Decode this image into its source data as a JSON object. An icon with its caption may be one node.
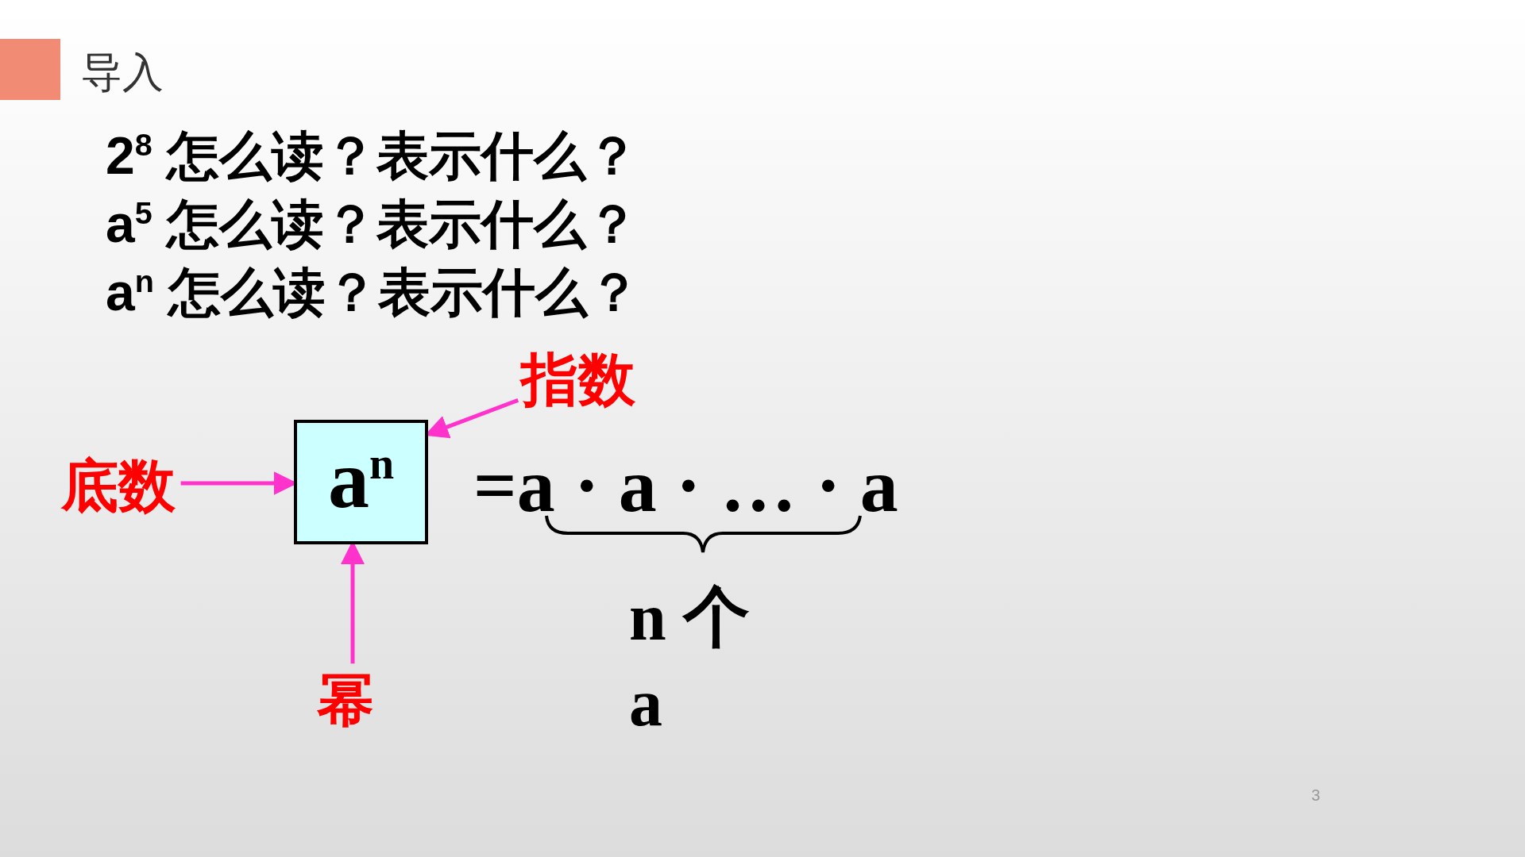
{
  "diagram": {
    "title": "导入",
    "nodes": [
      {
        "text": [
          "a$^{n}$"
        ]
      },
      {
        "text": [
          "指数"
        ]
      },
      {
        "text": [
          "底数"
        ]
      },
      {
        "text": [
          "幂"
        ]
      }
    ],
    "edges": [
      {
        "from": 1,
        "to": 0,
        "arrow": "to"
      },
      {
        "from": 2,
        "to": 0,
        "arrow": "to"
      },
      {
        "from": 3,
        "to": 0,
        "arrow": "to"
      }
    ],
    "labels": [
      "2$^{8}$ 怎么读？表示什么？",
      "a$^{5}$ 怎么读？表示什么？",
      "a$^{n}$ 怎么读？表示什么？",
      "=a · a · … · a",
      "n 个",
      "a",
      "3"
    ]
  }
}
